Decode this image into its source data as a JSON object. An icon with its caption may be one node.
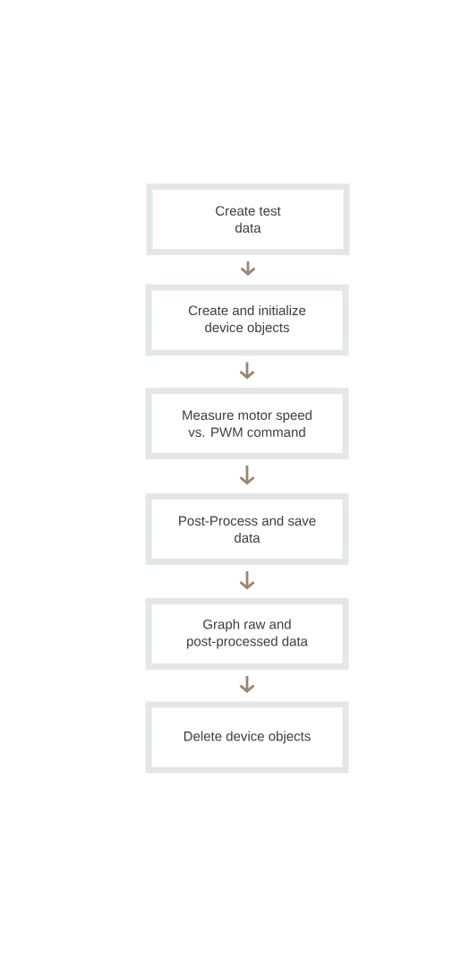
{
  "diagram": {
    "nodes": [
      {
        "text": [
          "Create test data"
        ]
      },
      {
        "text": [
          "Create and initialize device objects"
        ]
      },
      {
        "text": [
          "Measure motor speed vs. PWM command"
        ]
      },
      {
        "text": [
          "Post-Process and save data"
        ]
      },
      {
        "text": [
          "Graph raw and post-processed data"
        ]
      },
      {
        "text": [
          "Delete device objects"
        ]
      }
    ],
    "edges": [
      {
        "from": 0,
        "to": 1,
        "arrow": "to"
      },
      {
        "from": 1,
        "to": 2,
        "arrow": "to"
      },
      {
        "from": 2,
        "to": 3,
        "arrow": "to"
      },
      {
        "from": 3,
        "to": 4,
        "arrow": "to"
      },
      {
        "from": 4,
        "to": 5,
        "arrow": "to"
      }
    ]
  }
}
